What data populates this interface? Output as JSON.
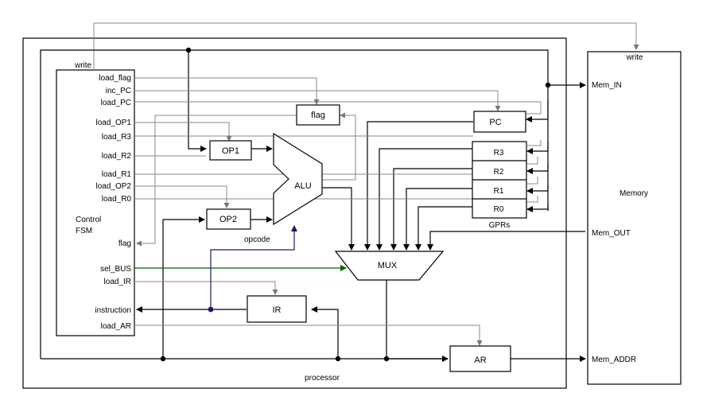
{
  "control": {
    "write": "write",
    "signals": {
      "load_flag": "load_flag",
      "inc_pc": "inc_PC",
      "load_pc": "load_PC",
      "load_op1": "load_OP1",
      "load_r3": "load_R3",
      "load_r2": "load_R2",
      "load_r1": "load_R1",
      "load_op2": "load_OP2",
      "load_r0": "load_R0",
      "flag": "flag",
      "sel_bus": "sel_BUS",
      "load_ir": "load_IR",
      "instruction": "instruction",
      "load_ar": "load_AR"
    },
    "title_line1": "Control",
    "title_line2": "FSM"
  },
  "blocks": {
    "flag": "flag",
    "pc": "PC",
    "op1": "OP1",
    "op2": "OP2",
    "alu": "ALU",
    "opcode": "opcode",
    "r3": "R3",
    "r2": "R2",
    "r1": "R1",
    "r0": "R0",
    "gprs": "GPRs",
    "mux": "MUX",
    "ir": "IR",
    "ar": "AR"
  },
  "processor_label": "processor",
  "memory": {
    "write": "write",
    "mem_in": "Mem_IN",
    "title": "Memory",
    "mem_out": "Mem_OUT",
    "mem_addr": "Mem_ADDR"
  },
  "colors": {
    "sel_bus_line": "#006400",
    "opcode_line": "#1a1a5e",
    "control_lines": "#888888"
  }
}
